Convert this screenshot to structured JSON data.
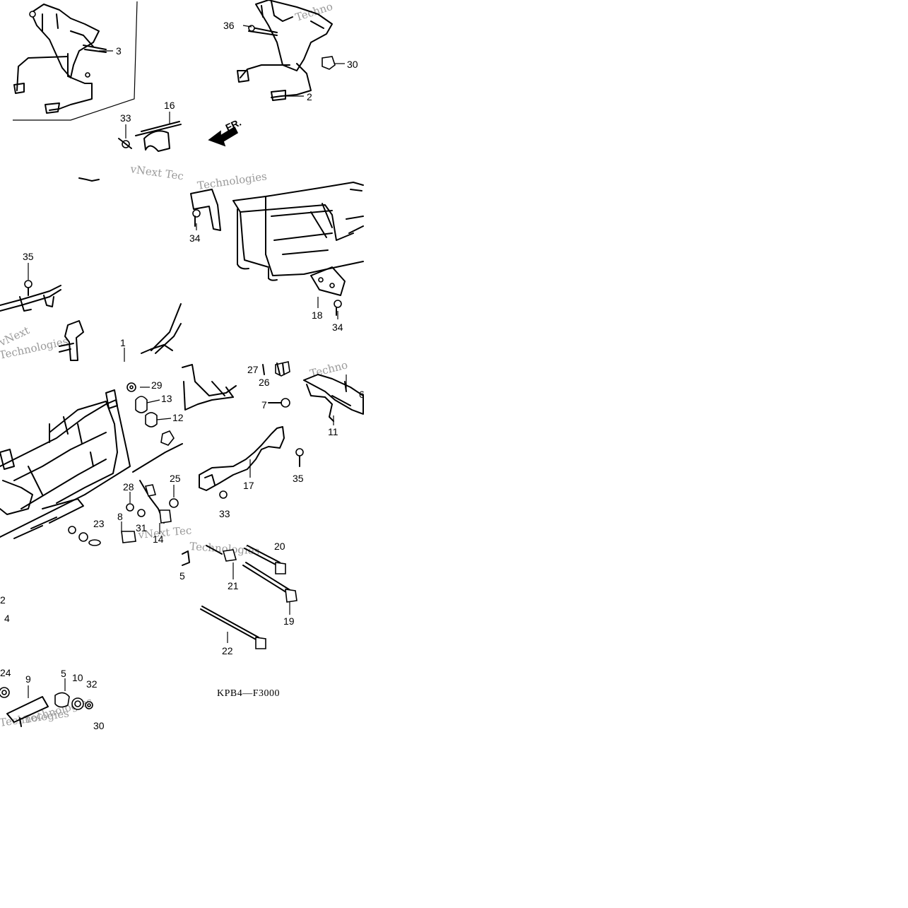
{
  "diagram": {
    "code": "KPB4—F3000",
    "fr_arrow_label": "FR.",
    "watermarks": [
      "Techno",
      "vNext Tec",
      "Technologies",
      "vNext",
      "Technologies",
      "vNext Tec",
      "Technologies",
      "Techno",
      "Technologies",
      "Technologies"
    ],
    "callouts": [
      {
        "id": "c3",
        "text": "3"
      },
      {
        "id": "c36",
        "text": "36"
      },
      {
        "id": "c30",
        "text": "30"
      },
      {
        "id": "c2",
        "text": "2"
      },
      {
        "id": "c16",
        "text": "16"
      },
      {
        "id": "c33a",
        "text": "33"
      },
      {
        "id": "c34a",
        "text": "34"
      },
      {
        "id": "c35a",
        "text": "35"
      },
      {
        "id": "c18",
        "text": "18"
      },
      {
        "id": "c34b",
        "text": "34"
      },
      {
        "id": "c1",
        "text": "1"
      },
      {
        "id": "c27",
        "text": "27"
      },
      {
        "id": "c26",
        "text": "26"
      },
      {
        "id": "c29",
        "text": "29"
      },
      {
        "id": "c13",
        "text": "13"
      },
      {
        "id": "c12",
        "text": "12"
      },
      {
        "id": "c7",
        "text": "7"
      },
      {
        "id": "c6",
        "text": "6"
      },
      {
        "id": "c11",
        "text": "11"
      },
      {
        "id": "c35b",
        "text": "35"
      },
      {
        "id": "c17",
        "text": "17"
      },
      {
        "id": "c33b",
        "text": "33"
      },
      {
        "id": "c28",
        "text": "28"
      },
      {
        "id": "c25",
        "text": "25"
      },
      {
        "id": "c8",
        "text": "8"
      },
      {
        "id": "c31",
        "text": "31"
      },
      {
        "id": "c14",
        "text": "14"
      },
      {
        "id": "c23",
        "text": "23"
      },
      {
        "id": "c20",
        "text": "20"
      },
      {
        "id": "c21",
        "text": "21"
      },
      {
        "id": "c15",
        "text": "5"
      },
      {
        "id": "c19",
        "text": "19"
      },
      {
        "id": "c22",
        "text": "22"
      },
      {
        "id": "c2b",
        "text": "2"
      },
      {
        "id": "c4",
        "text": "4"
      },
      {
        "id": "c24",
        "text": "24"
      },
      {
        "id": "c9",
        "text": "9"
      },
      {
        "id": "c5",
        "text": "5"
      },
      {
        "id": "c10",
        "text": "10"
      },
      {
        "id": "c32",
        "text": "32"
      },
      {
        "id": "c30b",
        "text": "30"
      }
    ]
  }
}
